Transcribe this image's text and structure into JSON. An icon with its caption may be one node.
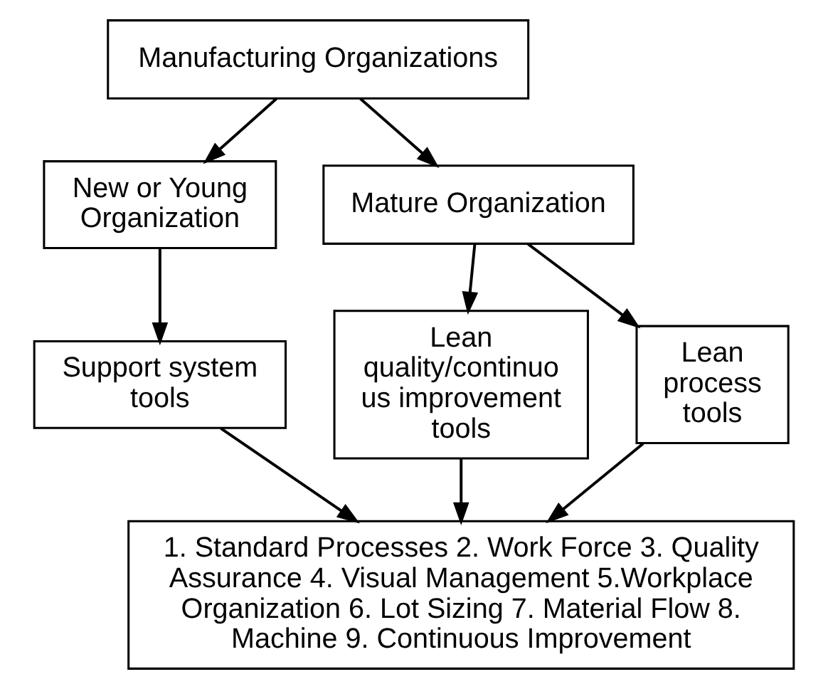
{
  "diagram": {
    "nodes": [
      {
        "text": [
          "Manufacturing Organizations"
        ]
      },
      {
        "text": [
          "New or Young Organization"
        ]
      },
      {
        "text": [
          "Mature Organization"
        ]
      },
      {
        "text": [
          "Support system tools"
        ]
      },
      {
        "text": [
          "Lean quality/continuo us improvement tools"
        ]
      },
      {
        "text": [
          "Lean process tools"
        ]
      },
      {
        "text": [
          "1. Standard Processes 2. Work Force 3. Quality Assurance 4. Visual Management 5.Workplace Organization 6. Lot Sizing 7. Material Flow 8. Machine 9. Continuous Improvement"
        ]
      }
    ],
    "edges": [
      {
        "from": 0,
        "to": 1,
        "arrow": "to"
      },
      {
        "from": 0,
        "to": 2,
        "arrow": "to"
      },
      {
        "from": 1,
        "to": 3,
        "arrow": "to"
      },
      {
        "from": 2,
        "to": 4,
        "arrow": "to"
      },
      {
        "from": 2,
        "to": 5,
        "arrow": "to"
      },
      {
        "from": 3,
        "to": 6,
        "arrow": "to"
      },
      {
        "from": 4,
        "to": 6,
        "arrow": "to"
      },
      {
        "from": 5,
        "to": 6,
        "arrow": "to"
      }
    ]
  }
}
